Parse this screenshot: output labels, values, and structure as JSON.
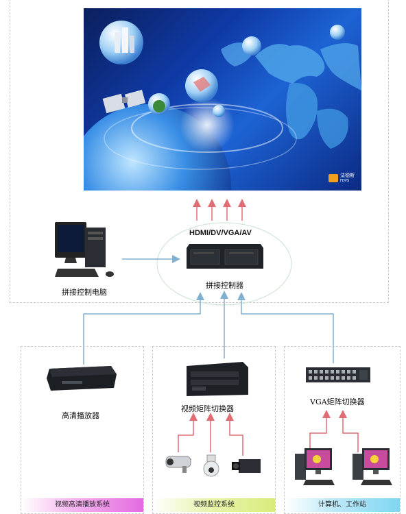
{
  "video_wall": {
    "logo_text": "法德斯",
    "logo_subtext": "FDVS"
  },
  "controller": {
    "output_label": "HDMI/DV/VGA/AV",
    "name": "拼接控制器"
  },
  "control_pc": {
    "name": "拼接控制电脑"
  },
  "devices": {
    "hd_player": "高清播放器",
    "video_matrix": "视频矩阵切换器",
    "vga_matrix": "VGA矩阵切换器"
  },
  "systems": [
    {
      "label": "视频高清播放系统",
      "color": "#e36be0"
    },
    {
      "label": "视频监控系统",
      "color": "#d9ec7c"
    },
    {
      "label": "计算机、工作站",
      "color": "#7fd6f2"
    }
  ],
  "colors": {
    "arrow_up": "#e06c74",
    "connector": "#7fb0cf",
    "dashed_border": "#c9c9c9"
  }
}
